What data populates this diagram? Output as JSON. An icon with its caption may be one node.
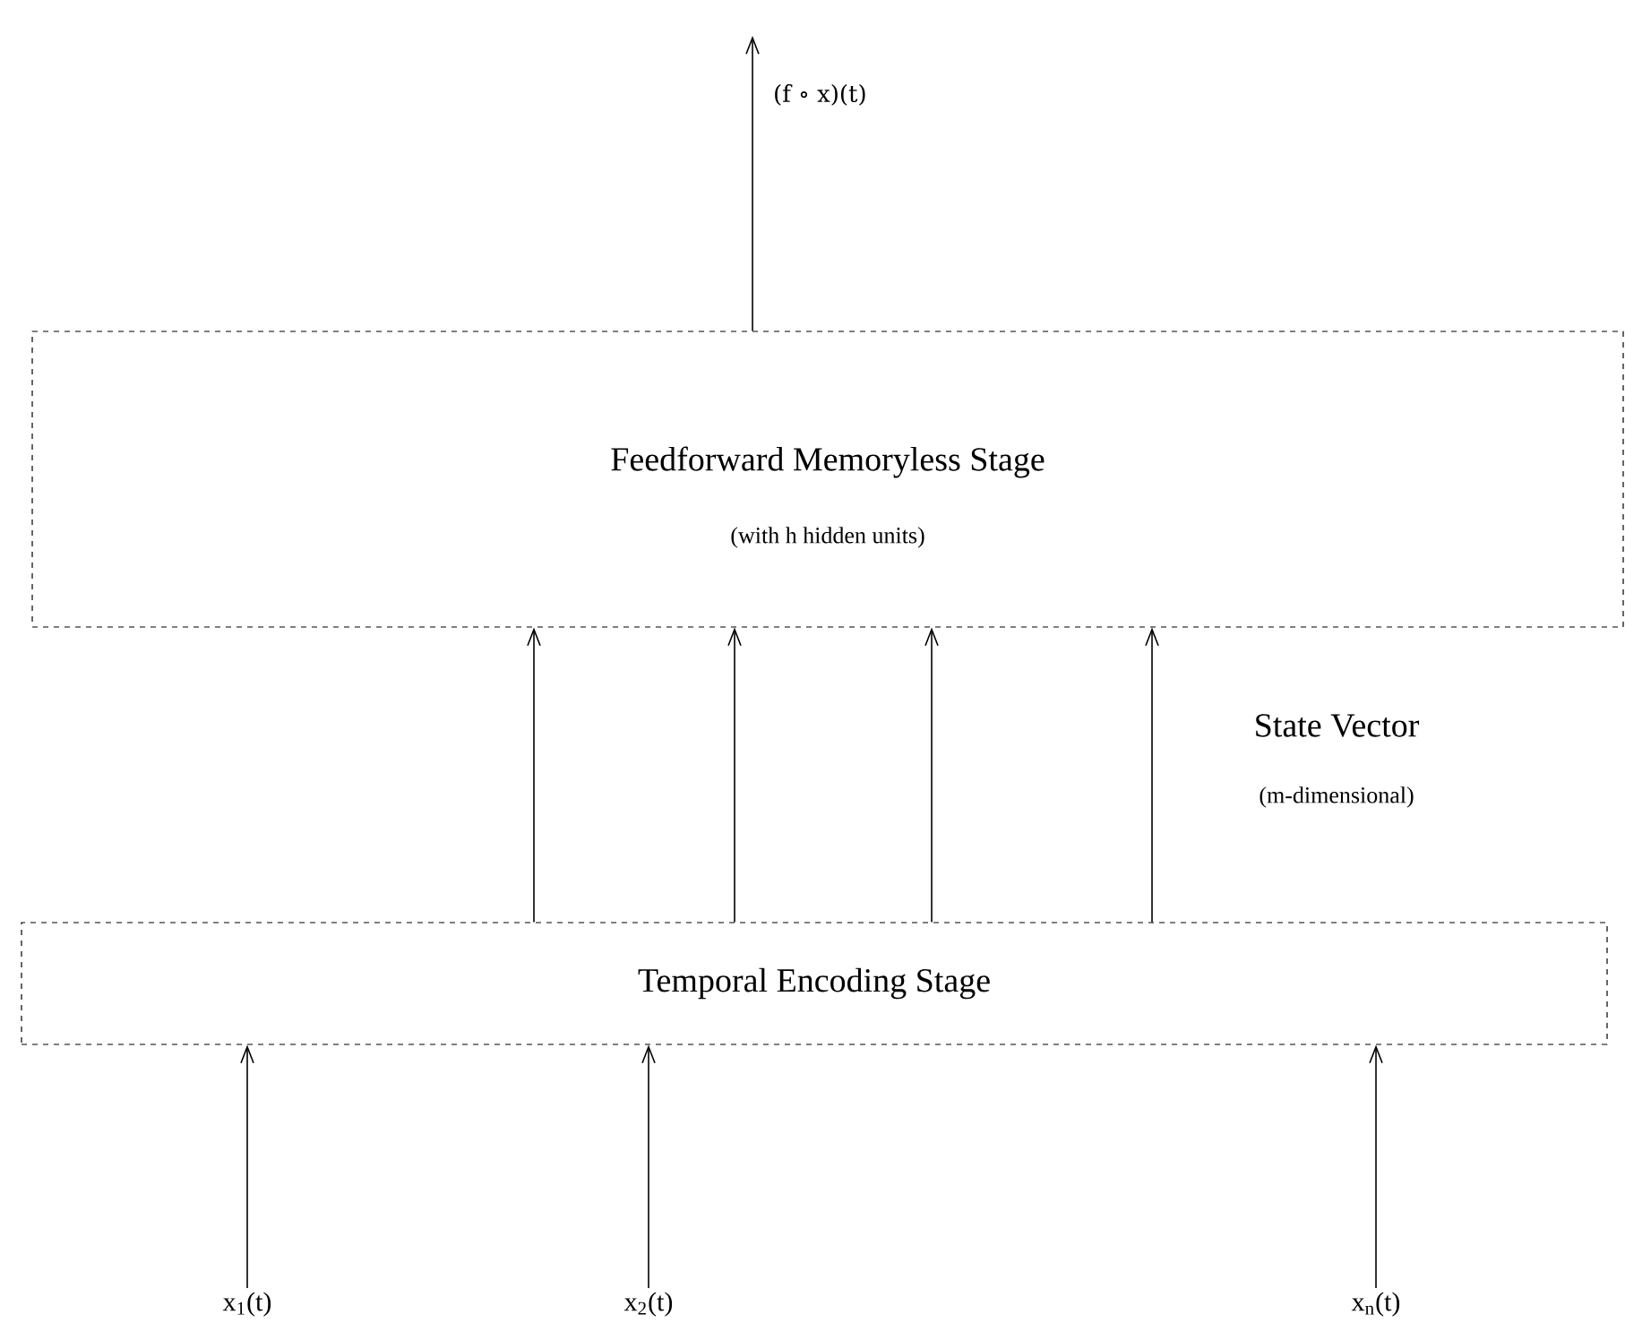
{
  "diagram": {
    "nodes": [
      {
        "text": [
          "Feedforward Memoryless Stage",
          "(with h hidden units)"
        ]
      },
      {
        "text": [
          "Temporal Encoding Stage"
        ]
      },
      {
        "text": [
          "x$_{1}$(t)"
        ]
      },
      {
        "text": [
          "x$_{2}$(t)"
        ]
      },
      {
        "text": [
          "x$_{n}$(t)"
        ]
      }
    ],
    "edges": [
      {
        "from": 0,
        "to": null,
        "arrow": "to",
        "label": "(f ∘ x)(t)"
      },
      {
        "from": 1,
        "to": 0,
        "arrow": "to"
      },
      {
        "from": 1,
        "to": 0,
        "arrow": "to"
      },
      {
        "from": 1,
        "to": 0,
        "arrow": "to"
      },
      {
        "from": 1,
        "to": 0,
        "arrow": "to"
      },
      {
        "from": 2,
        "to": 1,
        "arrow": "to"
      },
      {
        "from": 3,
        "to": 1,
        "arrow": "to"
      },
      {
        "from": 4,
        "to": 1,
        "arrow": "to"
      }
    ],
    "labels": [
      "State Vector",
      "(m-dimensional)"
    ]
  }
}
